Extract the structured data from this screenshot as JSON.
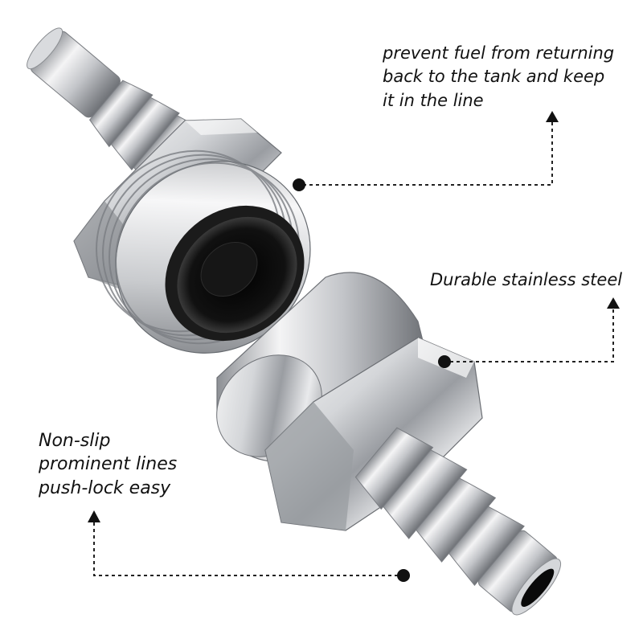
{
  "callouts": {
    "fuel_return": {
      "lines": [
        "prevent fuel from returning",
        "back to the tank and keep",
        "it in the line"
      ]
    },
    "material": {
      "lines": [
        "Durable stainless steel"
      ]
    },
    "grip": {
      "lines": [
        "Non-slip",
        "prominent lines",
        "push-lock easy"
      ]
    }
  },
  "colors": {
    "text": "#111111",
    "leader_line": "#222222",
    "metal_light": "#f2f2f2",
    "metal_mid": "#b9bcc0",
    "metal_dark": "#5a5d61",
    "bore": "#050505"
  }
}
